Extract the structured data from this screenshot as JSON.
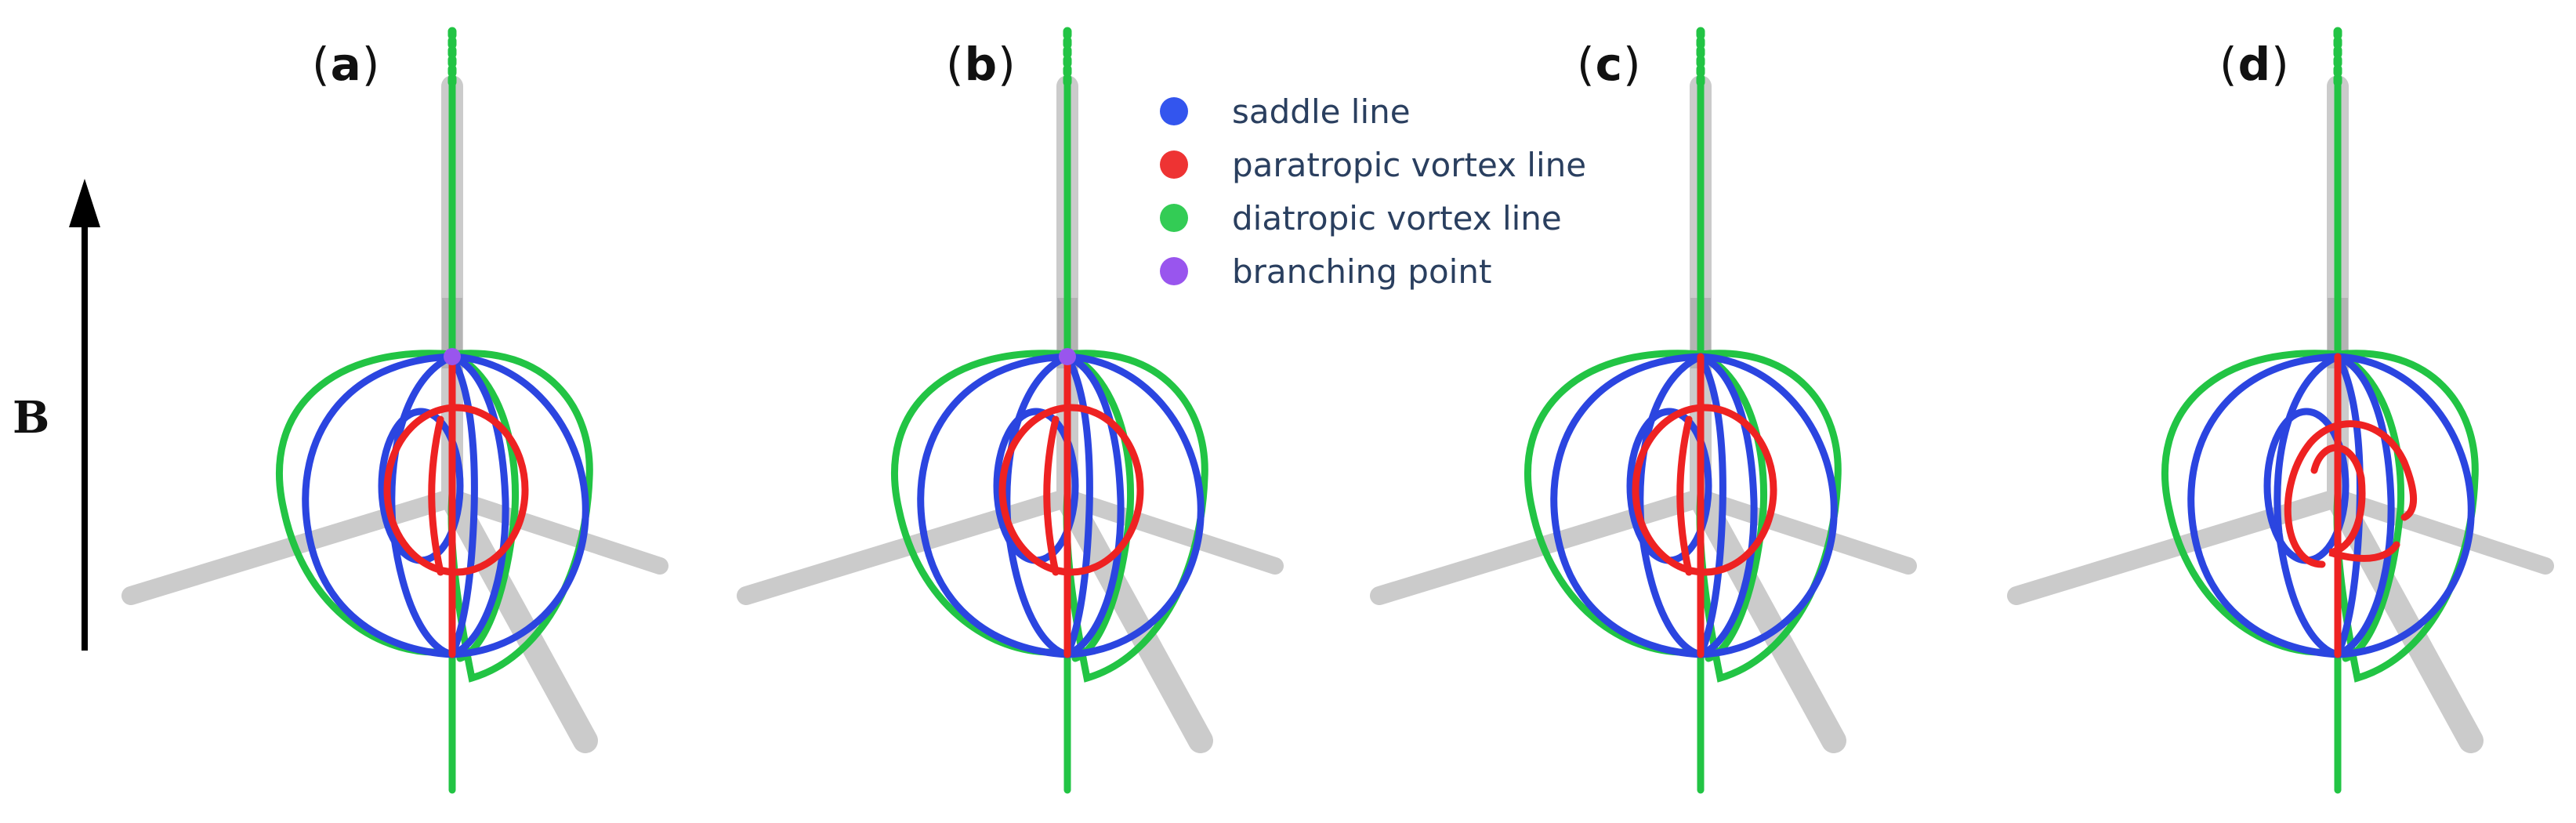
{
  "field_label": "B",
  "panels": [
    {
      "open": "(",
      "letter": "a",
      "close": ")"
    },
    {
      "open": "(",
      "letter": "b",
      "close": ")"
    },
    {
      "open": "(",
      "letter": "c",
      "close": ")"
    },
    {
      "open": "(",
      "letter": "d",
      "close": ")"
    }
  ],
  "legend": [
    {
      "label": "saddle line",
      "color": "#3355ee"
    },
    {
      "label": "paratropic vortex line",
      "color": "#ee3333"
    },
    {
      "label": "diatropic vortex line",
      "color": "#33cc55"
    },
    {
      "label": "branching point",
      "color": "#9955ee"
    }
  ],
  "colors": {
    "saddle": "#2b45e0",
    "paratropic": "#ee2222",
    "diatropic": "#22c444",
    "branching": "#9955ee",
    "bonds": "#c2c2c2"
  }
}
